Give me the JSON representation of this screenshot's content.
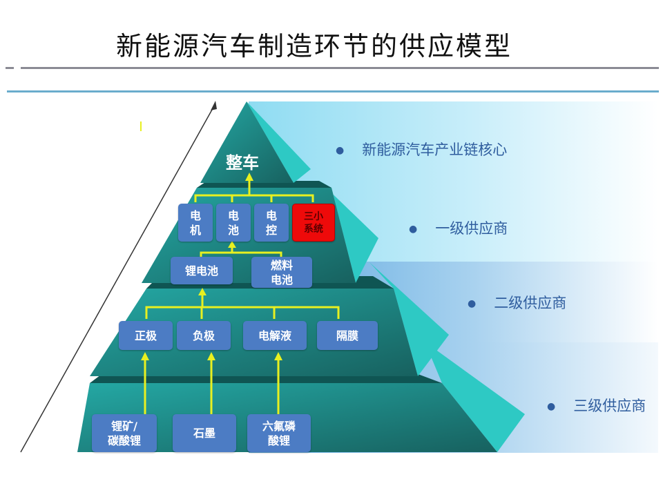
{
  "title": "新能源汽车制造环节的供应模型",
  "colors": {
    "arrow": "#e8f020",
    "box": "#4c7cc4",
    "highlight_box": "#ee0a0a",
    "pyramid_front": "#1f8f8c",
    "pyramid_side": "#2ec9c4"
  },
  "tiers": [
    {
      "label": "新能源汽车产业链核心"
    },
    {
      "label": "一级供应商"
    },
    {
      "label": "二级供应商"
    },
    {
      "label": "三级供应商"
    }
  ],
  "apex": "整车",
  "level1": [
    "电\n机",
    "电\n池",
    "电\n控",
    "三小\n系统"
  ],
  "level2": [
    "锂电池",
    "燃料\n电池"
  ],
  "level3": [
    "正极",
    "负极",
    "电解液",
    "隔膜"
  ],
  "level4": [
    "锂矿/\n碳酸锂",
    "石墨",
    "六氟磷\n酸锂"
  ]
}
